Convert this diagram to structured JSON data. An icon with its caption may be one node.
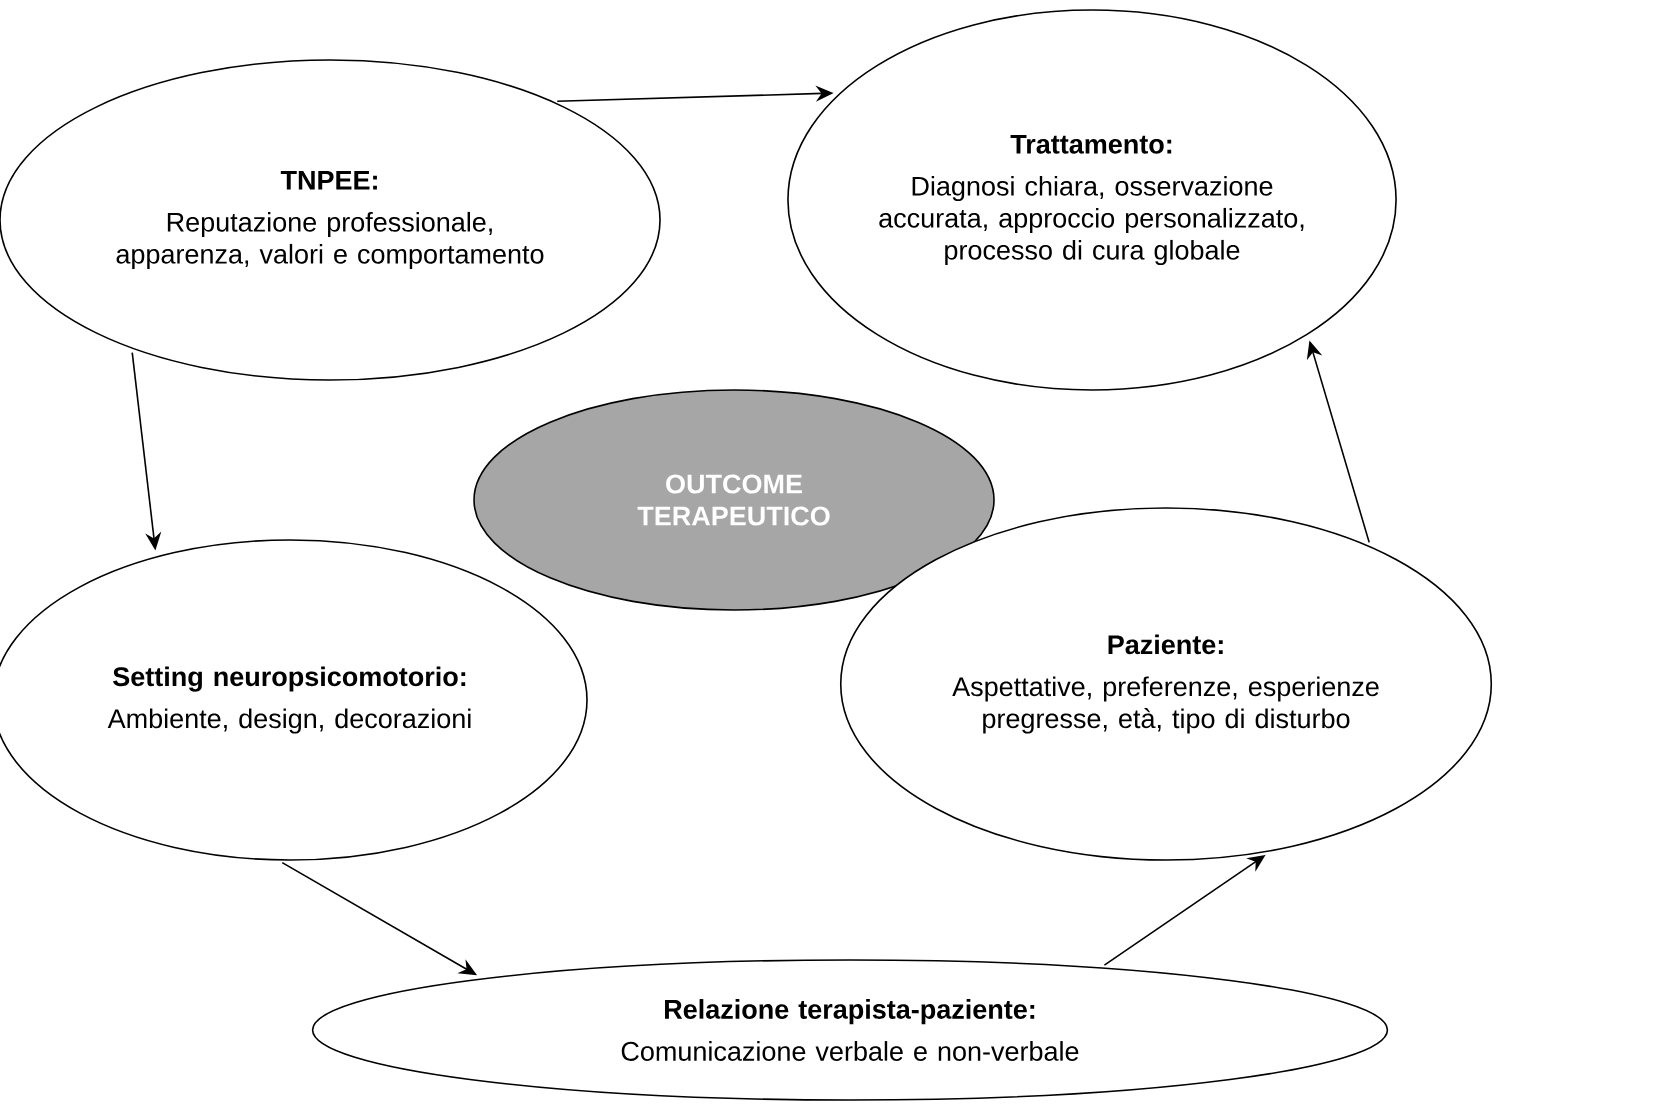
{
  "diagram": {
    "nodes": [
      {
        "text": [
          "TNPEE:",
          "Reputazione professionale, apparenza, valori e comportamento"
        ]
      },
      {
        "text": [
          "Trattamento:",
          "Diagnosi chiara, osservazione accurata, approccio personalizzato, processo di cura globale"
        ]
      },
      {
        "text": [
          "OUTCOME TERAPEUTICO"
        ]
      },
      {
        "text": [
          "Setting neuropsicomotorio:",
          "Ambiente, design, decorazioni"
        ]
      },
      {
        "text": [
          "Paziente:",
          "Aspettative, preferenze, esperienze pregresse, età, tipo di disturbo"
        ]
      },
      {
        "text": [
          "Relazione terapista-paziente:",
          "Comunicazione verbale e non-verbale"
        ]
      }
    ],
    "edges": [
      {
        "from": 0,
        "to": 1,
        "arrow": "to"
      },
      {
        "from": 0,
        "to": 3,
        "arrow": "to"
      },
      {
        "from": 3,
        "to": 5,
        "arrow": "to"
      },
      {
        "from": 5,
        "to": 4,
        "arrow": "to"
      },
      {
        "from": 4,
        "to": 1,
        "arrow": "to"
      }
    ]
  }
}
